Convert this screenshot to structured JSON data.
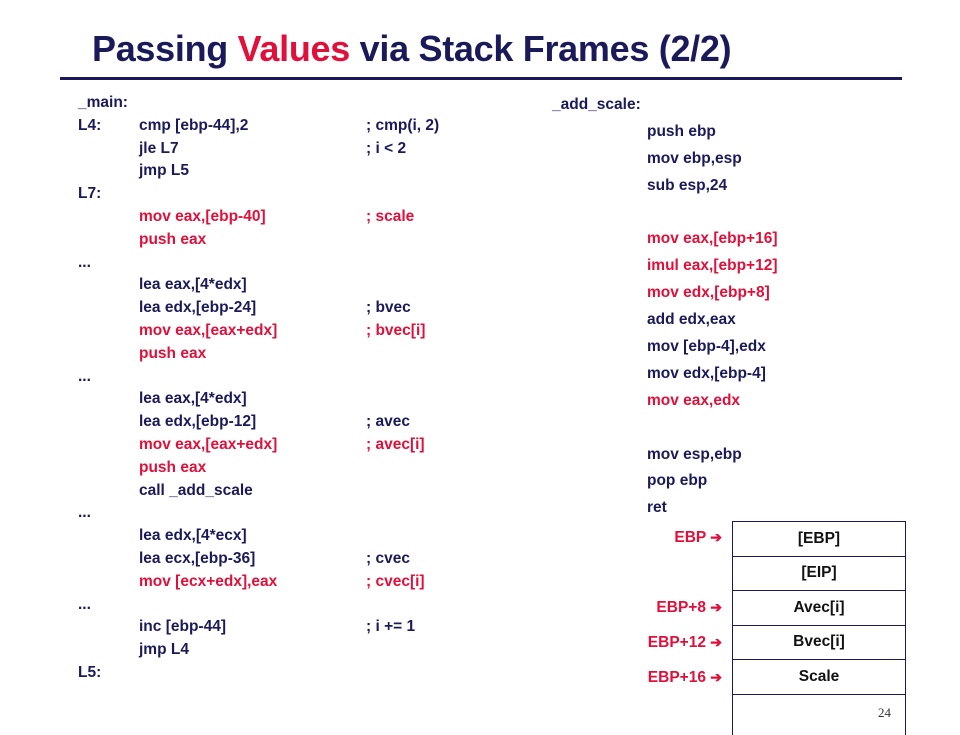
{
  "slide": {
    "title_a": "Passing ",
    "title_b": "Values",
    "title_c": " via Stack Frames (2/2)",
    "page_number": "24"
  },
  "left_code": [
    {
      "label": "_main:",
      "ins": "",
      "comment": "",
      "red": false
    },
    {
      "label": "L4:",
      "ins": "cmp [ebp-44],2",
      "comment": "; cmp(i, 2)",
      "red": false
    },
    {
      "label": "",
      "ins": "jle L7",
      "comment": "; i < 2",
      "red": false
    },
    {
      "label": "",
      "ins": "jmp L5",
      "comment": "",
      "red": false
    },
    {
      "label": "L7:",
      "ins": "",
      "comment": "",
      "red": false
    },
    {
      "label": "",
      "ins": "mov eax,[ebp-40]",
      "comment": "; scale",
      "red": true
    },
    {
      "label": "",
      "ins": "push eax",
      "comment": "",
      "red": true
    },
    {
      "label": "...",
      "ins": "",
      "comment": "",
      "red": false
    },
    {
      "label": "",
      "ins": "lea eax,[4*edx]",
      "comment": "",
      "red": false
    },
    {
      "label": "",
      "ins": "lea edx,[ebp-24]",
      "comment": "; bvec",
      "red": false
    },
    {
      "label": "",
      "ins": "mov eax,[eax+edx]",
      "comment": "; bvec[i]",
      "red": true
    },
    {
      "label": "",
      "ins": "push eax",
      "comment": "",
      "red": true
    },
    {
      "label": "...",
      "ins": "",
      "comment": "",
      "red": false
    },
    {
      "label": "",
      "ins": "lea eax,[4*edx]",
      "comment": "",
      "red": false
    },
    {
      "label": "",
      "ins": "lea edx,[ebp-12]",
      "comment": "; avec",
      "red": false
    },
    {
      "label": "",
      "ins": "mov eax,[eax+edx]",
      "comment": "; avec[i]",
      "red": true
    },
    {
      "label": "",
      "ins": "push eax",
      "comment": "",
      "red": true
    },
    {
      "label": "",
      "ins": "call _add_scale",
      "comment": "",
      "red": false
    },
    {
      "label": "...",
      "ins": "",
      "comment": "",
      "red": false
    },
    {
      "label": "",
      "ins": "lea edx,[4*ecx]",
      "comment": "",
      "red": false
    },
    {
      "label": "",
      "ins": "lea ecx,[ebp-36]",
      "comment": "; cvec",
      "red": false
    },
    {
      "label": "",
      "ins": "mov [ecx+edx],eax",
      "comment": "; cvec[i]",
      "red": true
    },
    {
      "label": "...",
      "ins": "",
      "comment": "",
      "red": false
    },
    {
      "label": "",
      "ins": "inc [ebp-44]",
      "comment": "; i += 1",
      "red": false
    },
    {
      "label": "",
      "ins": "jmp L4",
      "comment": "",
      "red": false
    },
    {
      "label": "L5:",
      "ins": "",
      "comment": "",
      "red": false
    }
  ],
  "right_code": [
    {
      "label": "_add_scale:",
      "ins": "",
      "red": false
    },
    {
      "label": "",
      "ins": "push ebp",
      "red": false
    },
    {
      "label": "",
      "ins": "mov ebp,esp",
      "red": false
    },
    {
      "label": "",
      "ins": "sub esp,24",
      "red": false
    },
    {
      "label": "",
      "ins": "",
      "red": false
    },
    {
      "label": "",
      "ins": "mov eax,[ebp+16]",
      "red": true
    },
    {
      "label": "",
      "ins": "imul eax,[ebp+12]",
      "red": true
    },
    {
      "label": "",
      "ins": "mov edx,[ebp+8]",
      "red": true
    },
    {
      "label": "",
      "ins": "add edx,eax",
      "red": false
    },
    {
      "label": "",
      "ins": "mov [ebp-4],edx",
      "red": false
    },
    {
      "label": "",
      "ins": "mov edx,[ebp-4]",
      "red": false
    },
    {
      "label": "",
      "ins": "mov eax,edx",
      "red": true
    },
    {
      "label": "",
      "ins": "",
      "red": false
    },
    {
      "label": "",
      "ins": "mov esp,ebp",
      "red": false
    },
    {
      "label": "",
      "ins": "pop ebp",
      "red": false
    },
    {
      "label": "",
      "ins": "ret",
      "red": false
    }
  ],
  "stack": {
    "cells": [
      "[EBP]",
      "[EIP]",
      "Avec[i]",
      "Bvec[i]",
      "Scale"
    ],
    "pointers": [
      {
        "text": "EBP ",
        "cell": 0,
        "red": true
      },
      {
        "text": "EBP+8 ",
        "cell": 2,
        "red": true
      },
      {
        "text": "EBP+12 ",
        "cell": 3,
        "red": true
      },
      {
        "text": "EBP+16 ",
        "cell": 4,
        "red": true
      }
    ],
    "arrow": "➔"
  }
}
